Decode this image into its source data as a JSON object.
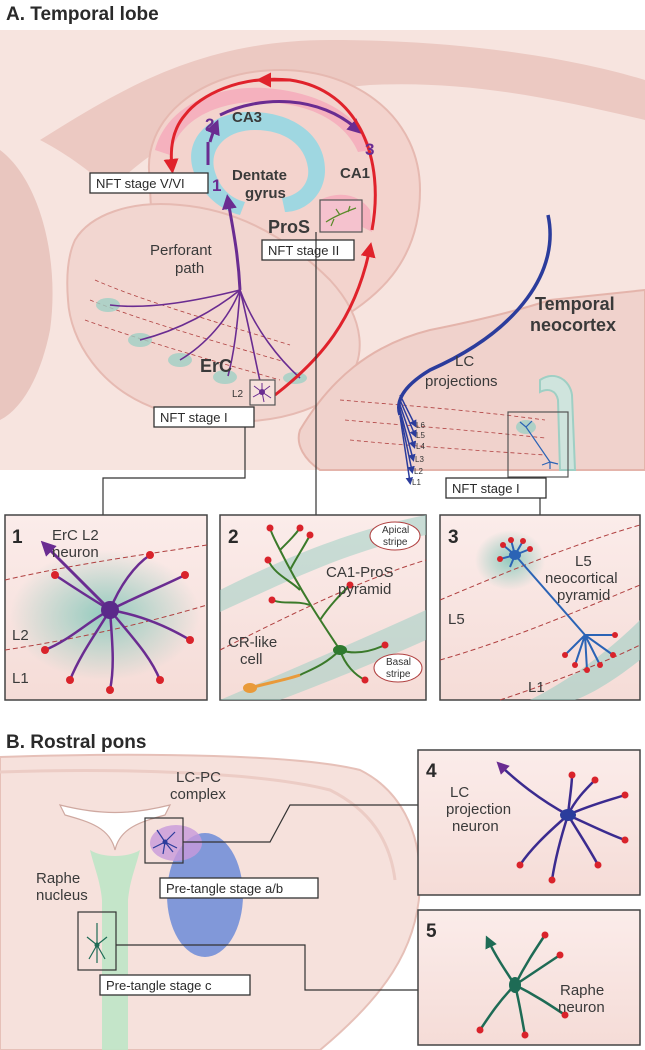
{
  "panel_a": {
    "title": "A. Temporal lobe",
    "labels": {
      "ca3": "CA3",
      "ca1": "CA1",
      "dentate_1": "Dentate",
      "dentate_2": "gyrus",
      "pros": "ProS",
      "perforant_1": "Perforant",
      "perforant_2": "path",
      "erc": "ErC",
      "l2": "L2",
      "temporal_1": "Temporal",
      "temporal_2": "neocortex",
      "lc_proj_1": "LC",
      "lc_proj_2": "projections"
    },
    "route_numbers": [
      "1",
      "2",
      "3"
    ],
    "stage_boxes": {
      "v_vi": "NFT stage V/VI",
      "ii": "NFT stage II",
      "i_erc": "NFT  stage I",
      "i_neo": "NFT  stage I"
    },
    "layers": [
      "L6",
      "L5",
      "L4",
      "L3",
      "L2",
      "L1"
    ]
  },
  "insets_a": [
    {
      "number": "1",
      "title_1": "ErC L2",
      "title_2": "neuron",
      "layer_top": "L2",
      "layer_bottom": "L1"
    },
    {
      "number": "2",
      "title_1": "CA1-ProS",
      "title_2": "pyramid",
      "apical_1": "Apical",
      "apical_2": "stripe",
      "basal_1": "Basal",
      "basal_2": "stripe",
      "cr_1": "CR-like",
      "cr_2": "cell"
    },
    {
      "number": "3",
      "title_1": "L5",
      "title_2": "neocortical",
      "title_3": "pyramid",
      "layer_top": "L5",
      "layer_bottom": "L1"
    }
  ],
  "panel_b": {
    "title": "B. Rostral pons",
    "lcpc_1": "LC-PC",
    "lcpc_2": "complex",
    "raphe_1": "Raphe",
    "raphe_2": "nucleus",
    "stage_ab": "Pre-tangle stage a/b",
    "stage_c": "Pre-tangle stage c"
  },
  "insets_b": [
    {
      "number": "4",
      "title_1": "LC",
      "title_2": "projection",
      "title_3": "neuron"
    },
    {
      "number": "5",
      "title_1": "Raphe",
      "title_2": "neuron"
    }
  ],
  "colors": {
    "tissue": "#f6e1dc",
    "tissue_dark": "#e8c4bd",
    "purple": "#6a2c91",
    "red": "#e0222b",
    "blue_path": "#2b3c9c",
    "green_zone": "#9fcfc4",
    "dentate_blue": "#8fd3df",
    "pink": "#ef8fab"
  }
}
